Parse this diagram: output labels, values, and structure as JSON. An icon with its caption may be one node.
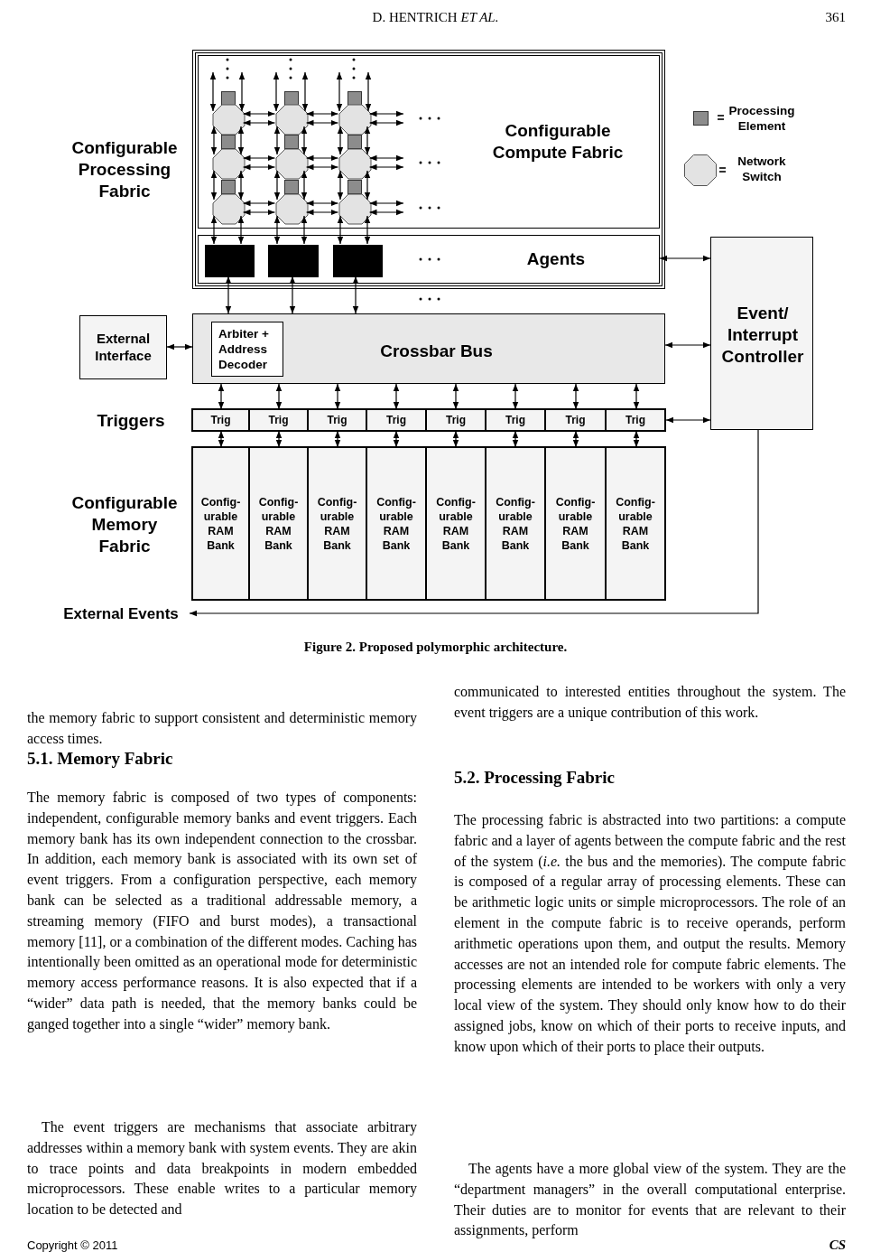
{
  "diagram": {
    "caption": "Figure 2. Proposed polymorphic architecture.",
    "nodes": [
      {
        "text": [
          "Configurable Processing Fabric"
        ]
      },
      {
        "text": [
          "Configurable Compute Fabric"
        ],
        "in": 0
      },
      {
        "text": [],
        "shape": "box",
        "in": 1
      },
      {
        "text": [],
        "shape": "box",
        "in": 1
      },
      {
        "text": [],
        "shape": "box",
        "in": 1
      },
      {
        "text": [],
        "shape": "octagon",
        "in": 1
      },
      {
        "text": [],
        "shape": "octagon",
        "in": 1
      },
      {
        "text": [],
        "shape": "octagon",
        "in": 1
      },
      {
        "text": [],
        "shape": "box",
        "in": 1
      },
      {
        "text": [],
        "shape": "box",
        "in": 1
      },
      {
        "text": [],
        "shape": "box",
        "in": 1
      },
      {
        "text": [],
        "shape": "octagon",
        "in": 1
      },
      {
        "text": [],
        "shape": "octagon",
        "in": 1
      },
      {
        "text": [],
        "shape": "octagon",
        "in": 1
      },
      {
        "text": [],
        "shape": "box",
        "in": 1
      },
      {
        "text": [],
        "shape": "box",
        "in": 1
      },
      {
        "text": [],
        "shape": "box",
        "in": 1
      },
      {
        "text": [],
        "shape": "octagon",
        "in": 1
      },
      {
        "text": [],
        "shape": "octagon",
        "in": 1
      },
      {
        "text": [],
        "shape": "octagon",
        "in": 1
      },
      {
        "text": [
          "Agents"
        ],
        "in": 0
      },
      {
        "text": [],
        "shape": "box",
        "in": 20
      },
      {
        "text": [],
        "shape": "box",
        "in": 20
      },
      {
        "text": [],
        "shape": "box",
        "in": 20
      },
      {
        "text": [
          "Crossbar Bus"
        ]
      },
      {
        "text": [
          "Arbiter + Address Decoder"
        ],
        "in": 24
      },
      {
        "text": [
          "External Interface"
        ]
      },
      {
        "text": [
          "Event/ Interrupt Controller"
        ]
      },
      {
        "text": [
          "Triggers"
        ]
      },
      {
        "text": [
          "Trig"
        ],
        "in": 28
      },
      {
        "text": [
          "Trig"
        ],
        "in": 28
      },
      {
        "text": [
          "Trig"
        ],
        "in": 28
      },
      {
        "text": [
          "Trig"
        ],
        "in": 28
      },
      {
        "text": [
          "Trig"
        ],
        "in": 28
      },
      {
        "text": [
          "Trig"
        ],
        "in": 28
      },
      {
        "text": [
          "Trig"
        ],
        "in": 28
      },
      {
        "text": [
          "Trig"
        ],
        "in": 28
      },
      {
        "text": [
          "Configurable Memory Fabric"
        ]
      },
      {
        "text": [
          "Config-urable RAM Bank"
        ],
        "in": 37
      },
      {
        "text": [
          "Config-urable RAM Bank"
        ],
        "in": 37
      },
      {
        "text": [
          "Config-urable RAM Bank"
        ],
        "in": 37
      },
      {
        "text": [
          "Config-urable RAM Bank"
        ],
        "in": 37
      },
      {
        "text": [
          "Config-urable RAM Bank"
        ],
        "in": 37
      },
      {
        "text": [
          "Config-urable RAM Bank"
        ],
        "in": 37
      },
      {
        "text": [
          "Config-urable RAM Bank"
        ],
        "in": 37
      },
      {
        "text": [
          "Config-urable RAM Bank"
        ],
        "in": 37
      },
      {
        "text": [
          "External Events"
        ]
      }
    ],
    "edges": [
      {
        "from": 5,
        "to": null,
        "arrow": "both"
      },
      {
        "from": 5,
        "to": null,
        "arrow": "both"
      },
      {
        "from": 6,
        "to": null,
        "arrow": "both"
      },
      {
        "from": 6,
        "to": null,
        "arrow": "both"
      },
      {
        "from": 7,
        "to": null,
        "arrow": "both"
      },
      {
        "from": 7,
        "to": null,
        "arrow": "both"
      },
      {
        "from": 5,
        "to": 6,
        "arrow": "both"
      },
      {
        "from": 5,
        "to": 6,
        "arrow": "both"
      },
      {
        "from": 6,
        "to": 7,
        "arrow": "both"
      },
      {
        "from": 6,
        "to": 7,
        "arrow": "both"
      },
      {
        "from": 7,
        "to": null,
        "arrow": "both"
      },
      {
        "from": 7,
        "to": null,
        "arrow": "both"
      },
      {
        "from": 11,
        "to": 12,
        "arrow": "both"
      },
      {
        "from": 11,
        "to": 12,
        "arrow": "both"
      },
      {
        "from": 12,
        "to": 13,
        "arrow": "both"
      },
      {
        "from": 12,
        "to": 13,
        "arrow": "both"
      },
      {
        "from": 13,
        "to": null,
        "arrow": "both"
      },
      {
        "from": 13,
        "to": null,
        "arrow": "both"
      },
      {
        "from": 17,
        "to": 18,
        "arrow": "both"
      },
      {
        "from": 17,
        "to": 18,
        "arrow": "both"
      },
      {
        "from": 18,
        "to": 19,
        "arrow": "both"
      },
      {
        "from": 18,
        "to": 19,
        "arrow": "both"
      },
      {
        "from": 19,
        "to": null,
        "arrow": "both"
      },
      {
        "from": 19,
        "to": null,
        "arrow": "both"
      },
      {
        "from": 5,
        "to": 11,
        "arrow": "both"
      },
      {
        "from": 5,
        "to": 11,
        "arrow": "both"
      },
      {
        "from": 11,
        "to": 17,
        "arrow": "both"
      },
      {
        "from": 11,
        "to": 17,
        "arrow": "both"
      },
      {
        "from": 17,
        "to": 21,
        "arrow": "both"
      },
      {
        "from": 17,
        "to": 21,
        "arrow": "both"
      },
      {
        "from": 6,
        "to": 12,
        "arrow": "both"
      },
      {
        "from": 6,
        "to": 12,
        "arrow": "both"
      },
      {
        "from": 12,
        "to": 18,
        "arrow": "both"
      },
      {
        "from": 12,
        "to": 18,
        "arrow": "both"
      },
      {
        "from": 18,
        "to": 22,
        "arrow": "both"
      },
      {
        "from": 18,
        "to": 22,
        "arrow": "both"
      },
      {
        "from": 7,
        "to": 13,
        "arrow": "both"
      },
      {
        "from": 7,
        "to": 13,
        "arrow": "both"
      },
      {
        "from": 13,
        "to": 19,
        "arrow": "both"
      },
      {
        "from": 13,
        "to": 19,
        "arrow": "both"
      },
      {
        "from": 19,
        "to": 23,
        "arrow": "both"
      },
      {
        "from": 19,
        "to": 23,
        "arrow": "both"
      },
      {
        "from": 21,
        "to": 24,
        "arrow": "both"
      },
      {
        "from": 22,
        "to": 24,
        "arrow": "both"
      },
      {
        "from": 23,
        "to": 24,
        "arrow": "both"
      },
      {
        "from": 26,
        "to": 24,
        "arrow": "both"
      },
      {
        "from": 20,
        "to": 27,
        "arrow": "both"
      },
      {
        "from": 24,
        "to": 27,
        "arrow": "both"
      },
      {
        "from": 28,
        "to": 27,
        "arrow": "both"
      },
      {
        "from": 24,
        "to": 29,
        "arrow": "both"
      },
      {
        "from": 24,
        "to": 30,
        "arrow": "both"
      },
      {
        "from": 24,
        "to": 31,
        "arrow": "both"
      },
      {
        "from": 24,
        "to": 32,
        "arrow": "both"
      },
      {
        "from": 24,
        "to": 33,
        "arrow": "both"
      },
      {
        "from": 24,
        "to": 34,
        "arrow": "both"
      },
      {
        "from": 24,
        "to": 35,
        "arrow": "both"
      },
      {
        "from": 24,
        "to": 36,
        "arrow": "both"
      },
      {
        "from": 29,
        "to": 38,
        "arrow": "both"
      },
      {
        "from": 30,
        "to": 39,
        "arrow": "both"
      },
      {
        "from": 31,
        "to": 40,
        "arrow": "both"
      },
      {
        "from": 32,
        "to": 41,
        "arrow": "both"
      },
      {
        "from": 33,
        "to": 42,
        "arrow": "both"
      },
      {
        "from": 34,
        "to": 43,
        "arrow": "both"
      },
      {
        "from": 35,
        "to": 44,
        "arrow": "both"
      },
      {
        "from": 36,
        "to": 45,
        "arrow": "both"
      },
      {
        "from": 27,
        "to": 46,
        "arrow": "to"
      }
    ],
    "labels": [
      "D. HENTRICH *ET AL.*",
      "361",
      "the memory fabric to support consistent and deterministic memory access times.",
      "5.1. Memory Fabric",
      "The memory fabric is composed of two types of components: independent, configurable memory banks and event triggers. Each memory bank has its own independent connection to the crossbar. In addition, each memory bank is associated with its own set of event triggers. From a configuration perspective, each memory bank can be selected as a traditional addressable memory, a streaming memory (FIFO and burst modes), a transactional memory [11], or a combination of the different modes. Caching has intentionally been omitted as an operational mode for deterministic memory access performance reasons. It is also expected that if a “wider” data path is needed, that the memory banks could be ganged together into a single “wider” memory bank.",
      "The event triggers are mechanisms that associate arbitrary addresses within a memory bank with system events. They are akin to trace points and data breakpoints in modern embedded microprocessors. These enable writes to a particular memory location to be detected and",
      "communicated to interested entities throughout the system. The event triggers are a unique contribution of this work.",
      "5.2. Processing Fabric",
      "The processing fabric is abstracted into two partitions: a compute fabric and a layer of agents between the compute fabric and the rest of the system (*i.e.* the bus and the memories). The compute fabric is composed of a regular array of processing elements. These can be arithmetic logic units or simple microprocessors. The role of an element in the compute fabric is to receive operands, perform arithmetic operations upon them, and output the results. Memory accesses are not an intended role for compute fabric elements. The processing elements are intended to be workers with only a very local view of the system. They should only know how to do their assigned jobs, know on which of their ports to receive inputs, and know upon which of their ports to place their outputs.",
      "The agents have a more global view of the system. They are the “department managers” in the overall computational enterprise. Their duties are to monitor for events that are relevant to their assignments, perform",
      "Copyright © 2011",
      "CS"
    ],
    "legend": [
      {
        "text": "Processing Element"
      },
      {
        "text": "Network Switch"
      }
    ]
  }
}
